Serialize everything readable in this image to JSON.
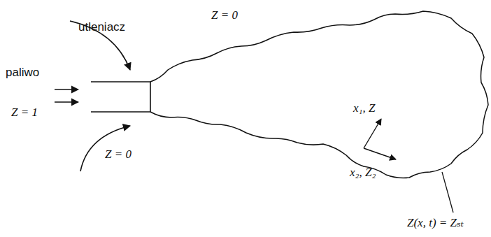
{
  "diagram": {
    "labels": [
      "utleniacz",
      "Z = 0",
      "paliwo",
      "Z = 1",
      "Z = 0",
      "x₁, Z",
      "x₂, Z₂",
      "Z(x, t) = Zₛₜ"
    ]
  }
}
